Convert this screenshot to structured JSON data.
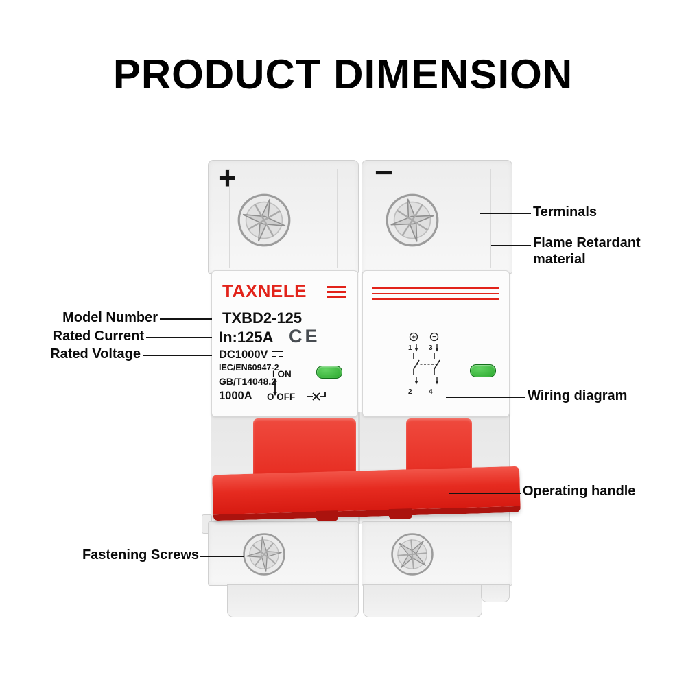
{
  "title": "PRODUCT DIMENSION",
  "callouts": {
    "model_number": "Model Number",
    "rated_current": "Rated Current",
    "rated_voltage": "Rated Voltage",
    "fastening_screws": "Fastening Screws",
    "terminals": "Terminals",
    "flame_retardant": "Flame Retardant",
    "flame_retardant_2": "material",
    "wiring_diagram": "Wiring diagram",
    "operating_handle": "Operating handle"
  },
  "breaker": {
    "polarity_positive": "+",
    "polarity_negative": "−",
    "brand": "TAXNELE",
    "model": "TXBD2-125",
    "rated_current": "In:125A",
    "ce_mark": "CE",
    "rated_voltage": "DC1000V",
    "standard_iec": "IEC/EN60947-2",
    "standard_gb": "GB/T14048.2",
    "breaking_capacity": "1000A",
    "on_label": "I ON",
    "off_label": "O OFF",
    "wiring_terminals": {
      "plus": "+",
      "minus": "−",
      "top_left": "1",
      "top_right": "3",
      "bottom_left": "2",
      "bottom_right": "4"
    }
  },
  "colors": {
    "brand_red": "#e2231a",
    "handle_red": "#e62b20",
    "handle_red_dark": "#ab130e",
    "indicator_green": "#2fb336",
    "indicator_green_dark": "#13701b"
  }
}
